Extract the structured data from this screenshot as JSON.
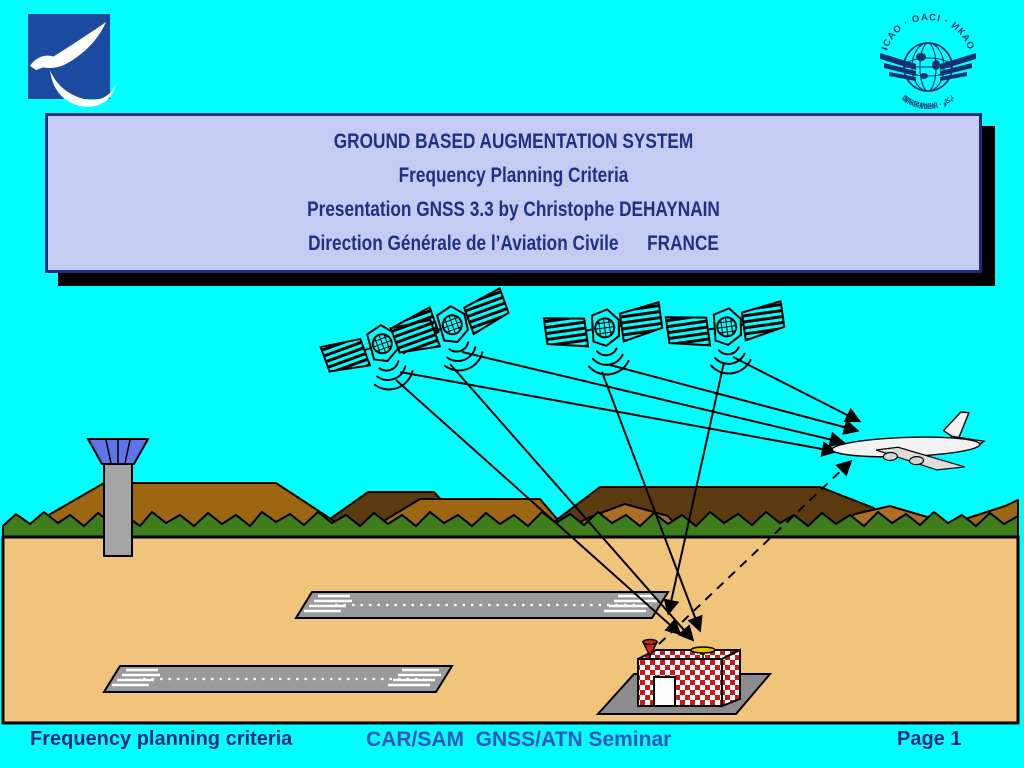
{
  "slide": {
    "background_color": "#00FFFF",
    "title_box": {
      "lines": [
        "GROUND BASED AUGMENTATION SYSTEM",
        "Frequency Planning Criteria",
        "Presentation GNSS 3.3 by Christophe DEHAYNAIN",
        "Direction Générale de l’Aviation Civile      FRANCE"
      ],
      "background": "#C5CBF2",
      "text_color": "#203182",
      "border_color": "#1F2C78",
      "shadow_color": "#000000"
    },
    "footer": {
      "left_text": "Frequency planning criteria",
      "center_text": "CAR/SAM  GNSS/ATN Seminar",
      "page_label": "Page 1",
      "left_color": "#1B2A80",
      "center_color": "#3355C2"
    }
  },
  "logos": {
    "dgac_bird": {
      "square_color": "#1A4BA0",
      "bird_color": "#FFFFFF"
    },
    "icao": {
      "ring_text": "ICAO · OACI · ИКАО",
      "bottom_text": "国际民航组织 · ايكاو",
      "emblem_color": "#15306E"
    }
  },
  "diagram": {
    "satellites_visible": 4,
    "icons": [
      "gps-satellite-icon",
      "airplane-icon",
      "gbas-station-icon",
      "control-tower-icon",
      "runway",
      "mountains",
      "vegetation",
      "signal-arcs",
      "ranging-lines",
      "vdb-datalink-dashed-line"
    ],
    "colors": {
      "mountain_medium": "#9C6612",
      "mountain_dark": "#5C3A10",
      "mountain_light": "#AD6E25",
      "vegetation": "#3E7C1C",
      "ground": "#F1C47C",
      "runway_gray": "#9A9A9A",
      "station_pad_gray": "#8C8C8C",
      "checker_red": "#CC1717",
      "tower_cab_blue": "#5E74E8",
      "antenna_red": "#DD2211",
      "antenna_yellow": "#E6C200",
      "line_color": "#000000"
    }
  }
}
